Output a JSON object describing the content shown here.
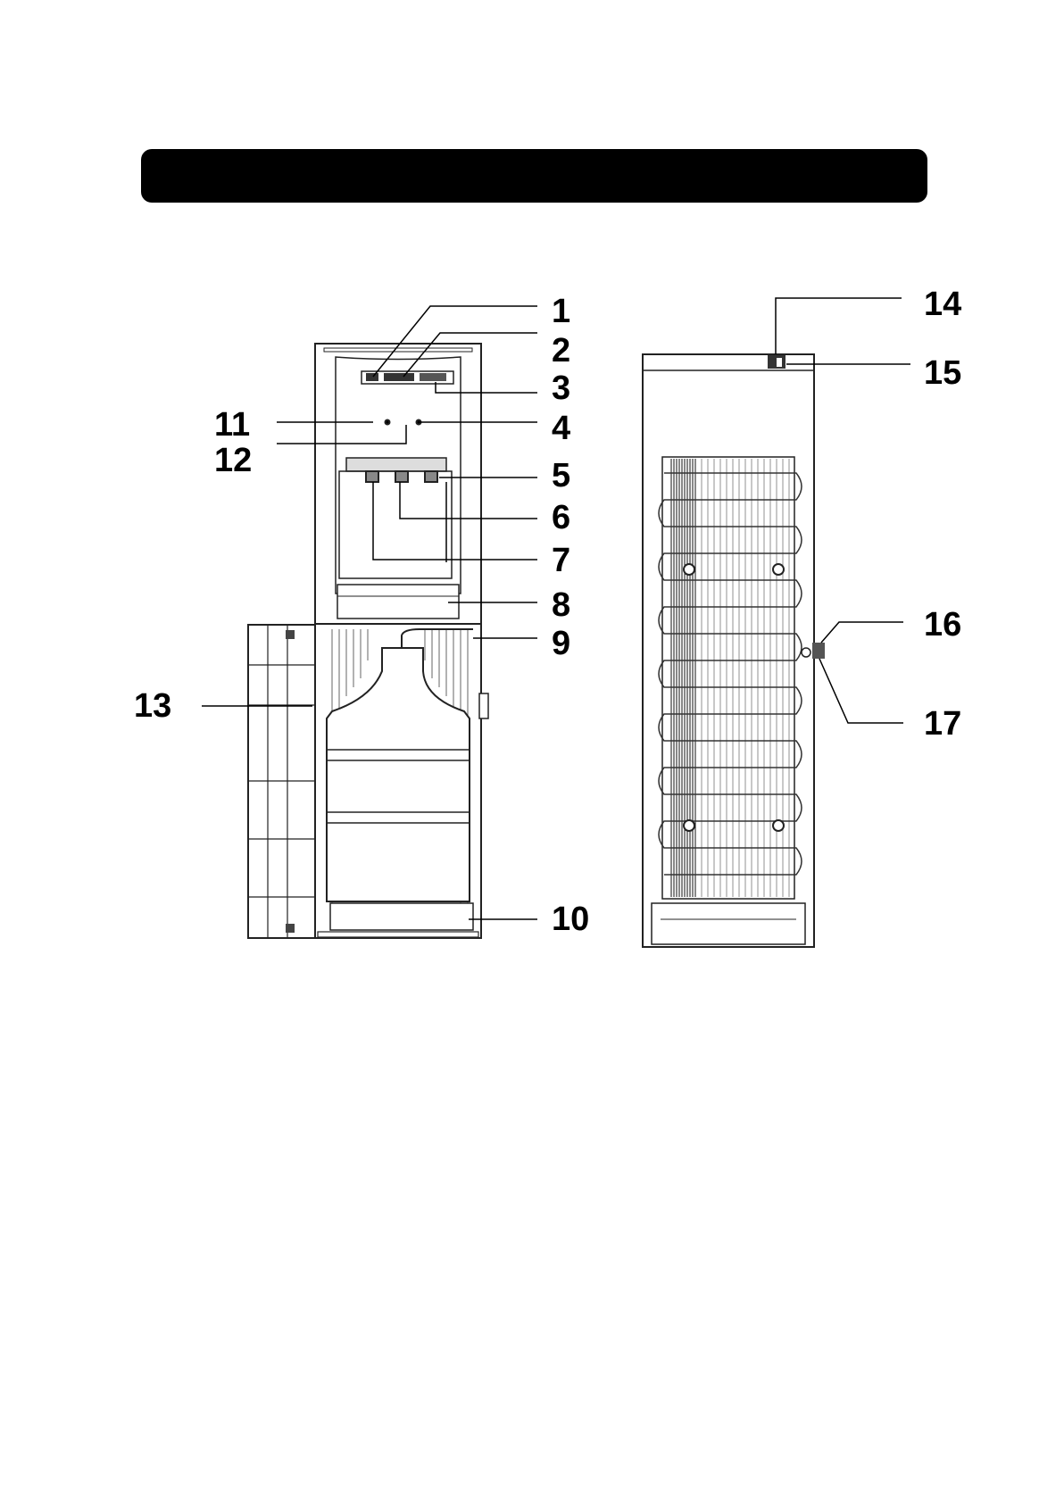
{
  "header": {
    "title": ""
  },
  "views": [
    {
      "id": "front-view"
    },
    {
      "id": "rear-view"
    }
  ],
  "callouts": [
    "1",
    "2",
    "3",
    "4",
    "5",
    "6",
    "7",
    "8",
    "9",
    "10",
    "11",
    "12",
    "13",
    "14",
    "15",
    "16",
    "17"
  ]
}
